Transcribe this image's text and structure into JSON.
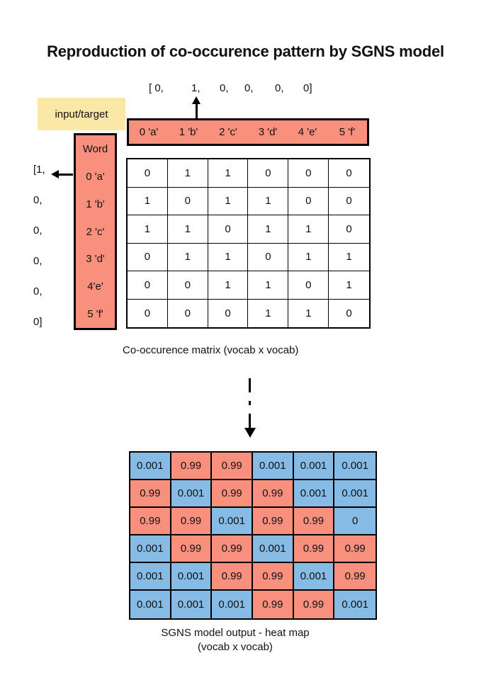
{
  "title": "Reproduction of co-occurence pattern by SGNS model",
  "input_target_label": "input/target",
  "top_vector": {
    "items": [
      "[ 0,",
      "1,",
      "0,",
      "0,",
      "0,",
      "0]"
    ]
  },
  "left_vector": {
    "items": [
      "[1,",
      "0,",
      "0,",
      "0,",
      "0,",
      "0]"
    ]
  },
  "header_row": {
    "labels": [
      "0 'a'",
      "1 'b'",
      "2 'c'",
      "3 'd'",
      "4 'e'",
      "5 'f'"
    ]
  },
  "word_column": {
    "header": "Word",
    "rows": [
      "0 'a'",
      "1 'b'",
      "2 'c'",
      "3 'd'",
      "4'e'",
      "5 'f'"
    ]
  },
  "cooccurrence_matrix": {
    "caption": "Co-occurence matrix (vocab x vocab)",
    "rows": [
      [
        0,
        1,
        1,
        0,
        0,
        0
      ],
      [
        1,
        0,
        1,
        1,
        0,
        0
      ],
      [
        1,
        1,
        0,
        1,
        1,
        0
      ],
      [
        0,
        1,
        1,
        0,
        1,
        1
      ],
      [
        0,
        0,
        1,
        1,
        0,
        1
      ],
      [
        0,
        0,
        0,
        1,
        1,
        0
      ]
    ]
  },
  "heatmap": {
    "caption_line1": "SGNS model output - heat map",
    "caption_line2": "(vocab x vocab)",
    "rows": [
      [
        "0.001",
        "0.99",
        "0.99",
        "0.001",
        "0.001",
        "0.001"
      ],
      [
        "0.99",
        "0.001",
        "0.99",
        "0.99",
        "0.001",
        "0.001"
      ],
      [
        "0.99",
        "0.99",
        "0.001",
        "0.99",
        "0.99",
        "0"
      ],
      [
        "0.001",
        "0.99",
        "0.99",
        "0.001",
        "0.99",
        "0.99"
      ],
      [
        "0.001",
        "0.001",
        "0.99",
        "0.99",
        "0.001",
        "0.99"
      ],
      [
        "0.001",
        "0.001",
        "0.001",
        "0.99",
        "0.99",
        "0.001"
      ]
    ],
    "colors": [
      [
        "blue",
        "salmon",
        "salmon",
        "blue",
        "blue",
        "blue"
      ],
      [
        "salmon",
        "blue",
        "salmon",
        "salmon",
        "blue",
        "blue"
      ],
      [
        "salmon",
        "salmon",
        "blue",
        "salmon",
        "salmon",
        "blue"
      ],
      [
        "blue",
        "salmon",
        "salmon",
        "blue",
        "salmon",
        "salmon"
      ],
      [
        "blue",
        "blue",
        "salmon",
        "salmon",
        "blue",
        "salmon"
      ],
      [
        "blue",
        "blue",
        "blue",
        "salmon",
        "salmon",
        "blue"
      ]
    ]
  },
  "palette": {
    "salmon": "#F9907E",
    "blue": "#85BBE4",
    "yellow": "#FCE8A6"
  }
}
